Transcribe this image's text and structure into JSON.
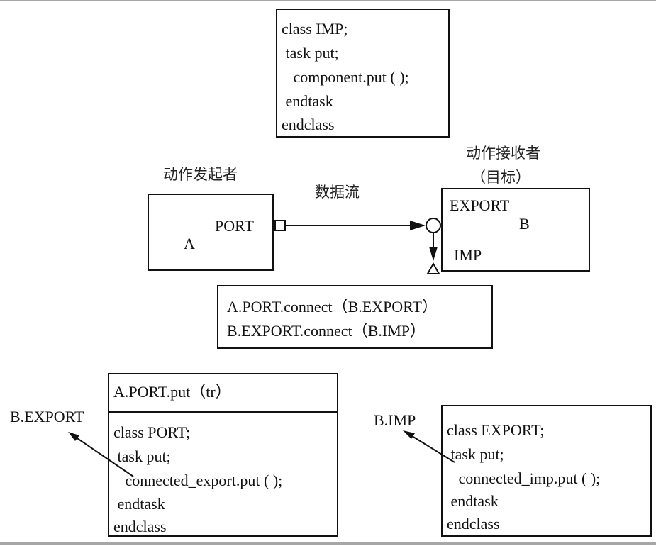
{
  "imp_class": {
    "lines": [
      "class IMP;",
      " task put;",
      "   component.put ( );",
      " endtask",
      "endclass"
    ]
  },
  "initiator": {
    "title": "动作发起者",
    "name": "A",
    "port_label": "PORT"
  },
  "dataflow_label": "数据流",
  "receiver": {
    "title_line1": "动作接收者",
    "title_line2": "（目标）",
    "name": "B",
    "export_label": "EXPORT",
    "imp_label": "IMP"
  },
  "connect_code": {
    "lines": [
      "A.PORT.connect（B.EXPORT）",
      "B.EXPORT.connect（B.IMP）"
    ]
  },
  "port_class": {
    "header": "A.PORT.put（tr）",
    "lines": [
      "class PORT;",
      " task put;",
      "   connected_export.put ( );",
      " endtask",
      "endclass"
    ],
    "target_label": "B.EXPORT"
  },
  "export_class": {
    "lines": [
      "class EXPORT;",
      " task put;",
      "   connected_imp.put ( );",
      " endtask",
      "endclass"
    ],
    "target_label": "B.IMP"
  }
}
